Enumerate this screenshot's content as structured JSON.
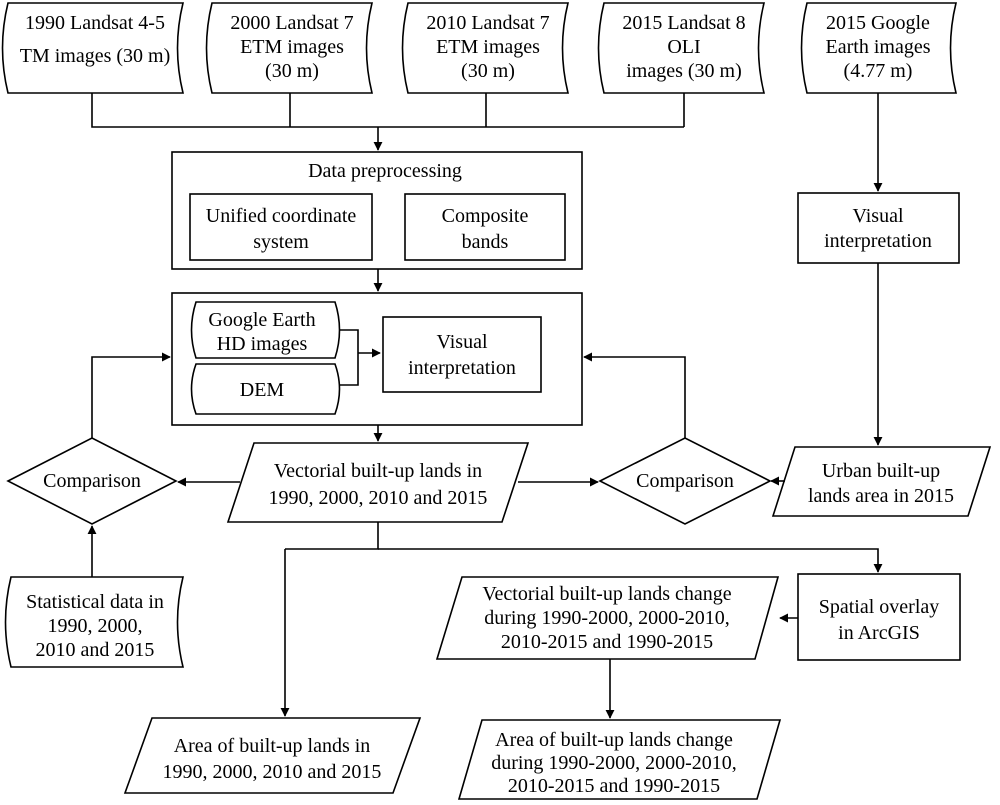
{
  "sources": [
    {
      "lines": [
        "1990 Landsat 4-5",
        "TM images (30 m)"
      ]
    },
    {
      "lines": [
        "2000 Landsat 7",
        "ETM images",
        "(30 m)"
      ]
    },
    {
      "lines": [
        "2010 Landsat 7",
        "ETM images",
        "(30 m)"
      ]
    },
    {
      "lines": [
        "2015 Landsat 8",
        "OLI",
        "images (30 m)"
      ]
    },
    {
      "lines": [
        "2015 Google",
        "Earth images",
        "(4.77 m)"
      ]
    }
  ],
  "preprocessing": {
    "title": "Data preprocessing",
    "coordinate": [
      "Unified coordinate",
      "system"
    ],
    "composite": [
      "Composite",
      "bands"
    ]
  },
  "interpretation_block": {
    "google_earth": [
      "Google Earth",
      "HD images"
    ],
    "dem": [
      "DEM"
    ],
    "visual": [
      "Visual",
      "interpretation"
    ]
  },
  "right_visual": [
    "Visual",
    "interpretation"
  ],
  "vectorial": [
    "Vectorial built-up lands in",
    "1990, 2000, 2010 and 2015"
  ],
  "comparison_left": [
    "Comparison"
  ],
  "comparison_right": [
    "Comparison"
  ],
  "urban": [
    "Urban built-up",
    "lands area in 2015"
  ],
  "statistical": [
    "Statistical data in",
    "1990, 2000,",
    "2010 and 2015"
  ],
  "change": [
    "Vectorial built-up lands change",
    "during 1990-2000, 2000-2010,",
    "2010-2015 and 1990-2015"
  ],
  "overlay": [
    "Spatial overlay",
    "in ArcGIS"
  ],
  "area": [
    "Area of built-up lands in",
    "1990, 2000, 2010 and 2015"
  ],
  "area_change": [
    "Area of built-up lands change",
    "during 1990-2000, 2000-2010,",
    "2010-2015 and 1990-2015"
  ]
}
